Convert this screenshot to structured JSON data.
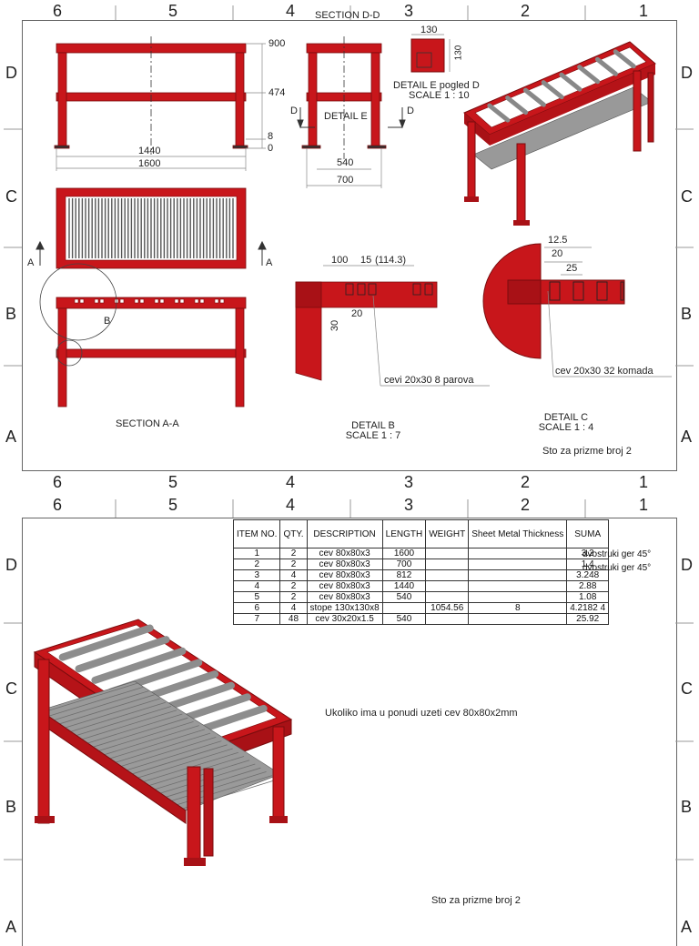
{
  "sheet1": {
    "top_columns": [
      "6",
      "5",
      "4",
      "3",
      "2",
      "1"
    ],
    "bottom_columns": [
      "6",
      "5",
      "4",
      "3",
      "2",
      "1"
    ],
    "rows_left": [
      "D",
      "C",
      "B",
      "A"
    ],
    "rows_right": [
      "D",
      "C",
      "B",
      "A"
    ],
    "views": {
      "section_dd": "SECTION D-D",
      "front_dims": [
        "900",
        "474",
        "8",
        "0",
        "1440",
        "1600"
      ],
      "side_dims": [
        "540",
        "700"
      ],
      "detail_e_label": "DETAIL E",
      "cut_letter_d": "D",
      "detail_e_title": "DETAIL E pogled D",
      "detail_e_scale": "SCALE 1 : 10",
      "detail_e_dims": [
        "130",
        "130"
      ],
      "section_letter_a": "A",
      "detail_b_marker": "B",
      "section_aa": "SECTION A-A",
      "detail_b_dims": [
        "100",
        "15",
        "(114.3)",
        "20",
        "30"
      ],
      "detail_b_callout": "cevi 20x30 8 parova",
      "detail_b_title": "DETAIL B",
      "detail_b_scale": "SCALE 1 : 7",
      "detail_c_dims": [
        "12.5",
        "20",
        "25"
      ],
      "detail_c_callout": "cev 20x30 32 komada",
      "detail_c_title": "DETAIL C",
      "detail_c_scale": "SCALE 1 : 4",
      "title_note": "Sto za prizme broj 2"
    }
  },
  "sheet2": {
    "top_columns": [
      "6",
      "5",
      "4",
      "3",
      "2",
      "1"
    ],
    "rows_left": [
      "D",
      "C",
      "B",
      "A"
    ],
    "rows_right": [
      "D",
      "C",
      "B",
      "A"
    ],
    "bom": {
      "headers": [
        "ITEM NO.",
        "QTY.",
        "DESCRIPTION",
        "LENGTH",
        "WEIGHT",
        "Sheet Metal Thickness",
        "SUMA"
      ],
      "rows": [
        [
          "1",
          "2",
          "cev 80x80x3",
          "1600",
          "",
          "",
          "3.2"
        ],
        [
          "2",
          "2",
          "cev 80x80x3",
          "700",
          "",
          "",
          "1.4"
        ],
        [
          "3",
          "4",
          "cev 80x80x3",
          "812",
          "",
          "",
          "3.248"
        ],
        [
          "4",
          "2",
          "cev 80x80x3",
          "1440",
          "",
          "",
          "2.88"
        ],
        [
          "5",
          "2",
          "cev 80x80x3",
          "540",
          "",
          "",
          "1.08"
        ],
        [
          "6",
          "4",
          "stope 130x130x8",
          "",
          "1054.56",
          "8",
          "4.2182 4"
        ],
        [
          "7",
          "48",
          "cev 30x20x1.5",
          "540",
          "",
          "",
          "25.92"
        ]
      ]
    },
    "side_notes": [
      "dvostruki ger 45°",
      "dvostruki ger 45°"
    ],
    "offer_note": "Ukoliko  ima u ponudi uzeti cev 80x80x2mm",
    "title_note": "Sto za prizme broj 2"
  },
  "colors": {
    "frame_red": "#c8161b",
    "dark_red": "#8e0f12",
    "grey_tube": "#9a9a9a",
    "line": "#555555"
  }
}
